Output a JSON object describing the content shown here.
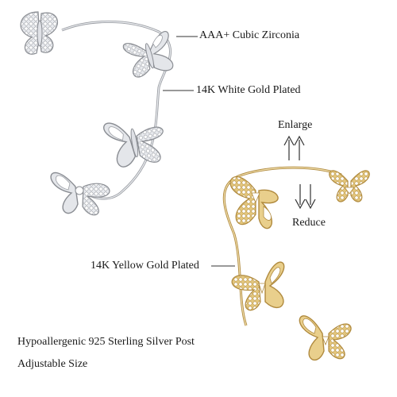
{
  "labels": {
    "zirconia": "AAA+ Cubic Zirconia",
    "white_gold": "14K White Gold Plated",
    "enlarge": "Enlarge",
    "reduce": "Reduce",
    "yellow_gold": "14K Yellow Gold Plated",
    "post": "Hypoallergenic 925 Sterling Silver Post",
    "size": "Adjustable Size"
  },
  "colors": {
    "silver_fill": "#e4e6ea",
    "silver_stroke": "#8a8d93",
    "gold_fill": "#e9cf8c",
    "gold_stroke": "#b08a3e",
    "stone": "#ffffff",
    "leader": "#333333"
  }
}
